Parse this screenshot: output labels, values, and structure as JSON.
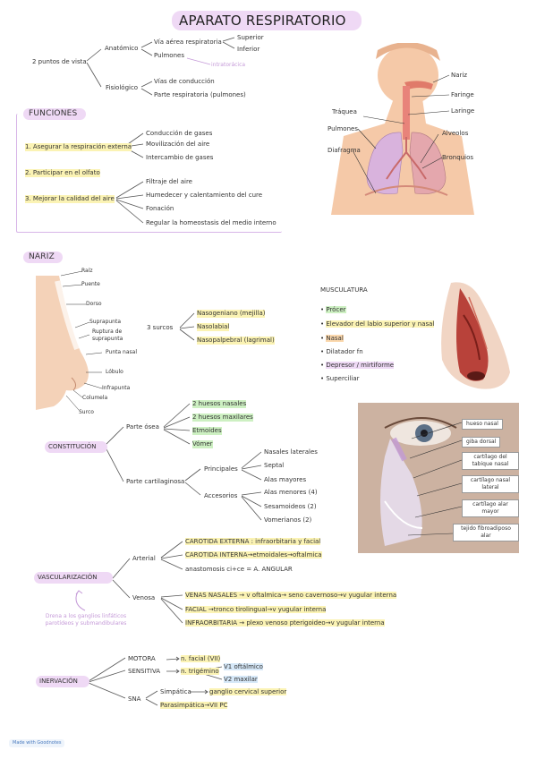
{
  "title": "APARATO RESPIRATORIO",
  "intro": {
    "root": "2 puntos de vista",
    "anatomico": "Anatómico",
    "via_aerea": "Vía aérea respiratoria",
    "superior": "Superior",
    "inferior": "Inferior",
    "pulmones": "Pulmones",
    "intratoracica": "intratorácica",
    "fisiologico": "Fisiológico",
    "vias_conduccion": "Vías de conducción",
    "parte_respiratoria": "Parte respiratoria (pulmones)"
  },
  "funciones": {
    "heading": "FUNCIONES",
    "f1": "1. Asegurar la respiración externa",
    "f1_items": [
      "Conducción de gases",
      "Movilización del aire",
      "Intercambio de gases"
    ],
    "f2": "2. Participar en el olfato",
    "f3": "3. Mejorar la calidad del aire",
    "f3_items": [
      "Filtraje del aire",
      "Humedecer y calentamiento del cure",
      "Fonación",
      "Regular la homeostasis del medio interno"
    ]
  },
  "resp_labels": {
    "nariz": "Nariz",
    "faringe": "Faringe",
    "laringe": "Laringe",
    "traquea": "Tráquea",
    "pulmones": "Pulmones",
    "alveolos": "Alveolos",
    "diafragma": "Diafragma",
    "bronquios": "Bronquios"
  },
  "nariz": {
    "heading": "NARIZ",
    "labels": [
      "Raíz",
      "Puente",
      "Dorso",
      "Suprapunta",
      "Ruptura de suprapunta",
      "Punta nasal",
      "Lóbulo",
      "Infrapunta",
      "Columela",
      "Surco"
    ],
    "surcos": "3 surcos",
    "surcos_items": [
      "Nasogeniano (mejilla)",
      "Nasolabial",
      "Nasopalpebral (lagrimal)"
    ]
  },
  "musculatura": {
    "heading": "MUSCULATURA",
    "items": [
      "Prócer",
      "Elevador del labio superior y nasal",
      "Nasal",
      "Dilatador fn",
      "Depresor / mirtiforme",
      "Superciliar"
    ]
  },
  "constitucion": {
    "heading": "CONSTITUCIÓN",
    "osea": "Parte ósea",
    "osea_items": [
      "2 huesos nasales",
      "2 huesos maxilares",
      "Etmoides",
      "Vómer"
    ],
    "cartilaginosa": "Parte cartilaginosa",
    "principales": "Principales",
    "principales_items": [
      "Nasales laterales",
      "Septal",
      "Alas mayores"
    ],
    "accesorios": "Accesorios",
    "accesorios_items": [
      "Alas menores (4)",
      "Sesamoideos (2)",
      "Vomerianos (2)"
    ]
  },
  "cart_labels": [
    "hueso nasal",
    "giba dorsal",
    "cartílago del tabique nasal",
    "cartílago nasal lateral",
    "cartílago alar mayor",
    "tejido fibroadiposo alar"
  ],
  "vascularizacion": {
    "heading": "VASCULARIZACIÓN",
    "arterial": "Arterial",
    "art1": "CAROTIDA EXTERNA : infraorbitaria y facial",
    "art2": "CAROTIDA INTERNA→etmoidales→oftalmica",
    "art3": "anastomosis ci+ce = A. ANGULAR",
    "venosa": "Venosa",
    "ven1": "VENAS NASALES → v oftalmica→ seno cavernoso→v yugular interna",
    "ven2": "FACIAL →tronco tirolingual→v yugular interna",
    "ven3": "INFRAORBITARIA → plexo venoso pterigoideo→v yugular interna",
    "nota": "Drena a los ganglios linfáticos parotídeos y submandibulares"
  },
  "inervacion": {
    "heading": "INERVACIÓN",
    "motora": "MOTORA",
    "motora_n": "n. facial (VII)",
    "sensitiva": "SENSITIVA",
    "sensitiva_n": "n. trigémino",
    "v1": "V1 oftálmico",
    "v2": "V2 maxilar",
    "sna": "SNA",
    "simpatica": "Simpática",
    "simpatica_n": "ganglio cervical superior",
    "parasimpatica": "Parasimpática→VII PC"
  },
  "footer": "Made with Goodnotes",
  "colors": {
    "title_bg": "#efd9f5",
    "line": "#555555",
    "purple_accent": "#c59ad8"
  }
}
